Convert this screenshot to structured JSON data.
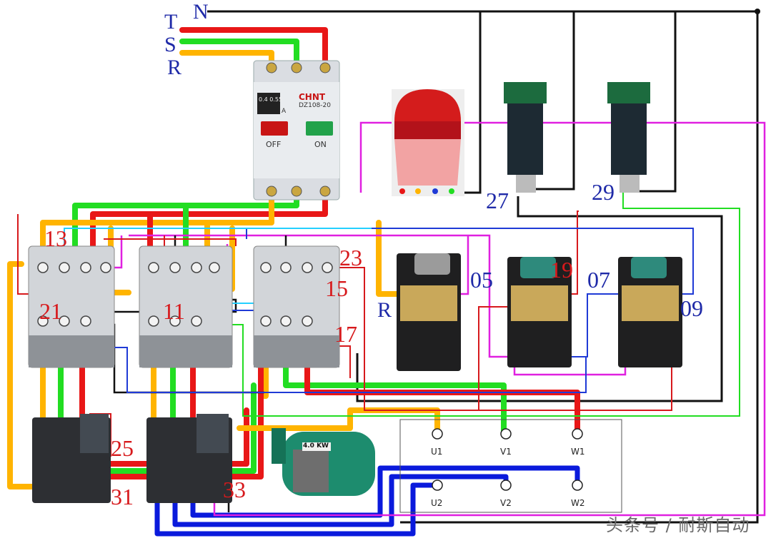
{
  "phases": {
    "t": "T",
    "s": "S",
    "r": "R",
    "n": "N"
  },
  "breaker": {
    "brand": "CHNT",
    "model": "DZ108-20",
    "off_label": "OFF",
    "on_label": "ON",
    "unit": "A",
    "range": "0.4  0.55"
  },
  "wire_numbers": {
    "w13": "13",
    "w21": "21",
    "w11": "11",
    "w23": "23",
    "w15": "15",
    "w17": "17",
    "w05": "05",
    "w19": "19",
    "w07": "07",
    "w09": "09",
    "w27": "27",
    "w29": "29",
    "w25": "25",
    "w31": "31",
    "w33": "33",
    "r_button": "R"
  },
  "motor": {
    "rating": "4.0 KW"
  },
  "terminals": {
    "u1": "U1",
    "v1": "V1",
    "w1": "W1",
    "u2": "U2",
    "v2": "V2",
    "w2": "W2"
  },
  "watermark": "头条号 / 耐斯自动",
  "colors": {
    "phase_t": "#e81717",
    "phase_s": "#22dd22",
    "phase_r": "#ffb400",
    "neutral": "#111111",
    "control": "#e020e0",
    "motor_winding": "#0a1adc",
    "aux": "#2a6bd6"
  }
}
